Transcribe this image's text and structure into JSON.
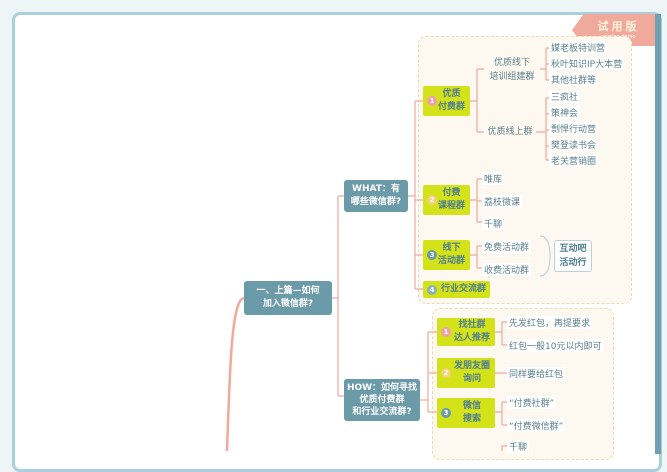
{
  "badge": {
    "title": "试用版",
    "subtitle": "version demo"
  },
  "root": {
    "line1": "一、上篇—如何",
    "line2": "加入微信群?"
  },
  "what": {
    "line1": "WHAT：有",
    "line2": "哪些微信群?",
    "groups": [
      {
        "num": "1",
        "line1": "优质",
        "line2": "付费群",
        "subs": [
          {
            "line1": "优质线下",
            "line2": "培训组建群",
            "leaves": [
              "媒老板特训营",
              "秋叶知识IP大本营",
              "其他社群等"
            ]
          },
          {
            "line1": "优质线上群",
            "leaves": [
              "三疯社",
              "策神会",
              "剽悍行动营",
              "樊登读书会",
              "老关营销圈"
            ]
          }
        ]
      },
      {
        "num": "2",
        "line1": "付费",
        "line2": "课程群",
        "leaves": [
          "唯库",
          "荔枝微课",
          "千聊"
        ]
      },
      {
        "num": "3",
        "line1": "线下",
        "line2": "活动群",
        "leaves": [
          "免费活动群",
          "收费活动群"
        ],
        "summary": {
          "line1": "互动吧",
          "line2": "活动行"
        }
      },
      {
        "num": "4",
        "line1": "行业交流群"
      }
    ]
  },
  "how": {
    "line1": "HOW：如何寻找",
    "line2": "优质付费群",
    "line3": "和行业交流群?",
    "groups": [
      {
        "num": "1",
        "line1": "找社群",
        "line2": "达人推荐",
        "leaves": [
          "先发红包，再提要求",
          "红包一般10元以内即可"
        ]
      },
      {
        "num": "2",
        "line1": "发朋友圈",
        "line2": "询问",
        "leaves": [
          "同样要给红包"
        ]
      },
      {
        "num": "3",
        "line1": "微信",
        "line2": "搜索",
        "leaves": [
          "“付费社群”",
          "“付费微信群”"
        ]
      }
    ],
    "next_leaf": "千聊"
  }
}
